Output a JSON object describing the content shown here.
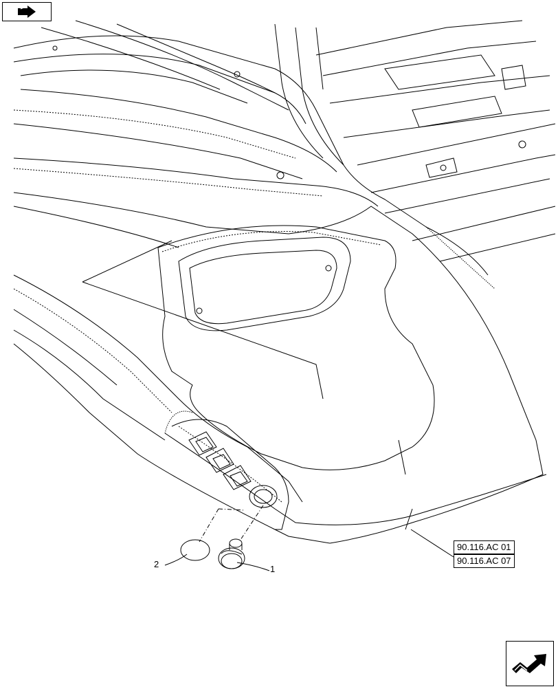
{
  "callouts": {
    "item1": "1",
    "item2": "2"
  },
  "references": [
    "90.116.AC 01",
    "90.116.AC 07"
  ],
  "icons": {
    "top_left": "previous-page-icon",
    "bottom_right": "next-page-icon"
  },
  "colors": {
    "line": "#000000",
    "background": "#ffffff"
  }
}
